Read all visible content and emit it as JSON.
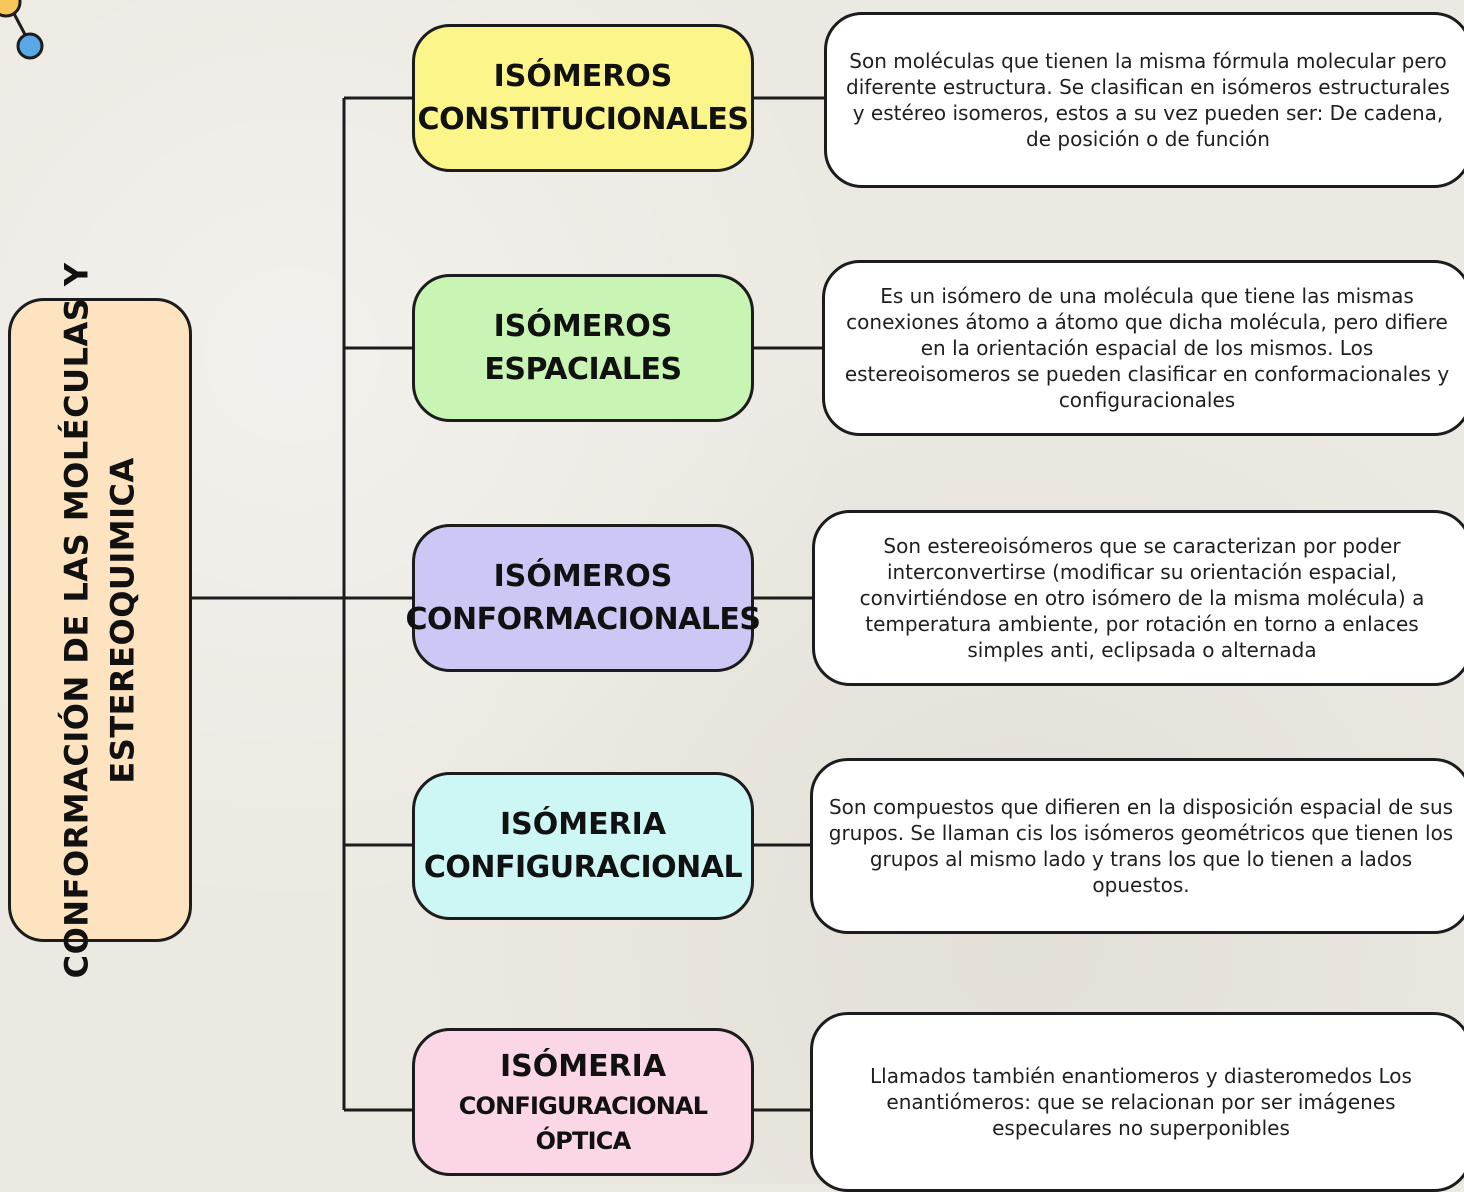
{
  "root": {
    "line1": "CONFORMACIÓN DE LAS MOLÉCULAS Y",
    "line2": "ESTEREOQUIMICA",
    "color": "#fde3bf"
  },
  "categories": [
    {
      "line1": "ISÓMEROS",
      "line2": "CONSTITUCIONALES",
      "color": "#fbf58a",
      "description": "Son moléculas que tienen la misma fórmula molecular pero diferente estructura. Se clasifican en isómeros estructurales y estéreo isomeros, estos a su vez pueden ser: De cadena, de posición o de función"
    },
    {
      "line1": "ISÓMEROS",
      "line2": "ESPACIALES",
      "color": "#c8f5b4",
      "description": "Es un isómero de una molécula que tiene las mismas conexiones átomo a átomo que dicha molécula, pero difiere en la orientación espacial de los mismos. Los estereoisomeros se pueden clasificar en conformacionales y configuracionales"
    },
    {
      "line1": "ISÓMEROS",
      "line2": "CONFORMACIONALES",
      "color": "#ccc7f4",
      "description": "Son estereoisómeros que se caracterizan por poder interconvertirse (modificar su orientación espacial, convirtiéndose en otro isómero de la misma molécula) a temperatura ambiente, por rotación en torno a enlaces simples anti, eclipsada o alternada"
    },
    {
      "line1": "ISÓMERIA",
      "line2": "CONFIGURACIONAL",
      "color": "#ccf7f5",
      "description": "Son compuestos que difieren en la disposición espacial de sus grupos. Se llaman cis los isómeros geométricos que tienen los grupos al mismo lado y trans los que lo tienen a lados opuestos."
    },
    {
      "line1": "ISÓMERIA",
      "line2": "CONFIGURACIONAL ÓPTICA",
      "color": "#fbd6e6",
      "description": "Llamados también enantiomeros y diasteromedos Los enantiómeros: que se relacionan por ser imágenes especulares no superponibles"
    }
  ],
  "colors": {
    "line": "#1c1c1c",
    "atom_yellow": "#f6c65a",
    "atom_blue": "#5aa9e6"
  },
  "icon": "molecule-icon"
}
